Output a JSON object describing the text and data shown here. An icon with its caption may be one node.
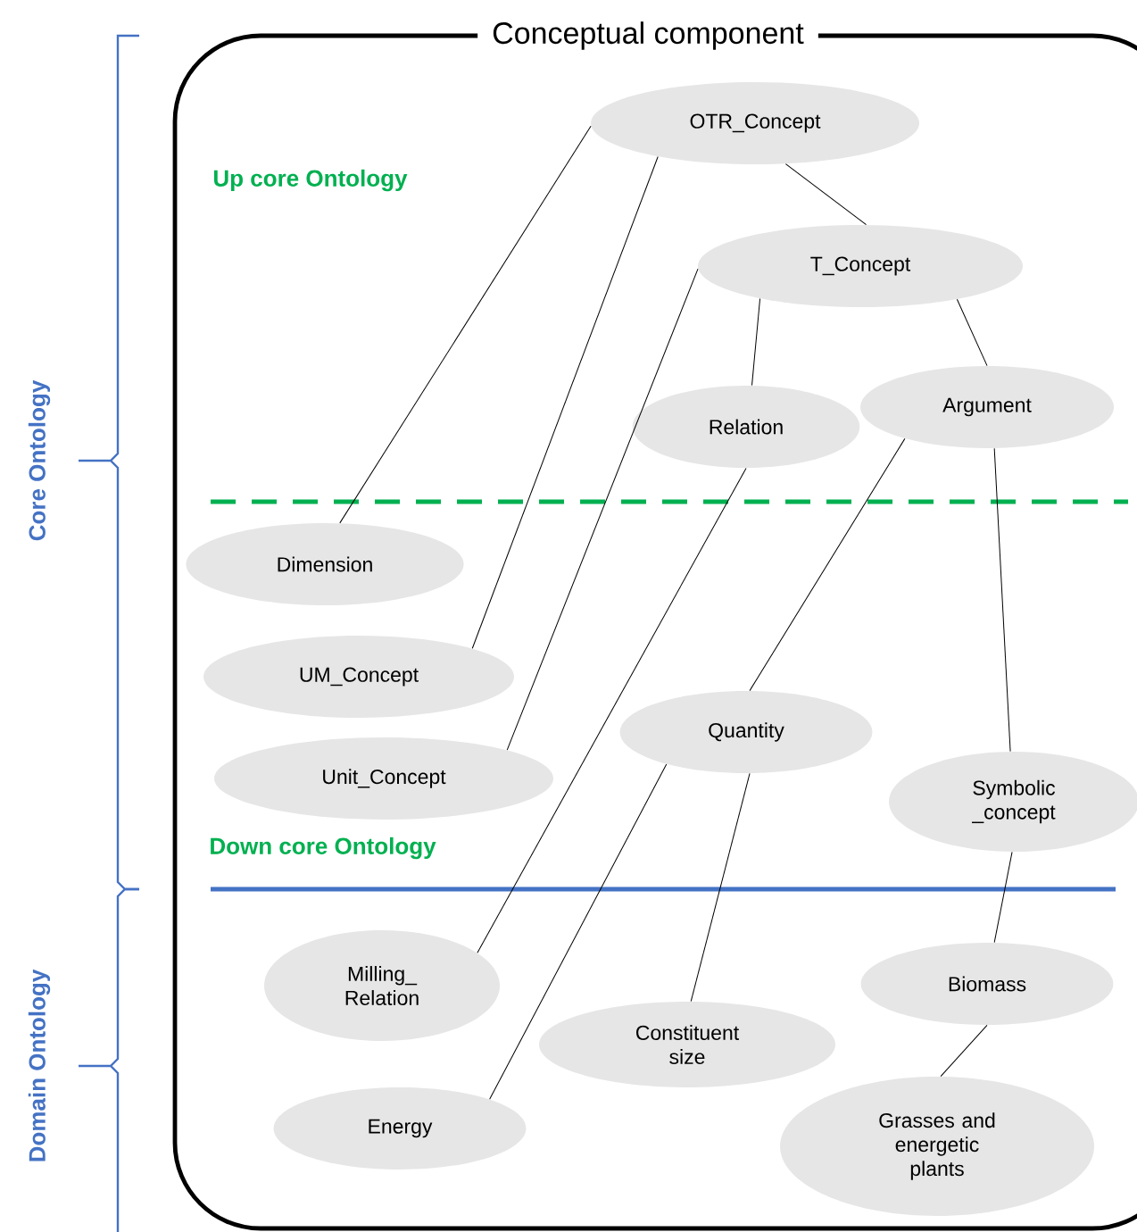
{
  "diagram": {
    "title": "Conceptual component",
    "nodes": [
      {
        "text": [
          "OTR_Concept"
        ]
      },
      {
        "text": [
          "T_Concept"
        ]
      },
      {
        "text": [
          "Relation"
        ]
      },
      {
        "text": [
          "Argument"
        ]
      },
      {
        "text": [
          "Dimension"
        ]
      },
      {
        "text": [
          "UM_Concept"
        ]
      },
      {
        "text": [
          "Unit_Concept"
        ]
      },
      {
        "text": [
          "Quantity"
        ]
      },
      {
        "text": [
          "Symbolic _concept"
        ]
      },
      {
        "text": [
          "Milling_ Relation"
        ]
      },
      {
        "text": [
          "Biomass"
        ]
      },
      {
        "text": [
          "Constituent size"
        ]
      },
      {
        "text": [
          "Energy"
        ]
      },
      {
        "text": [
          "Grasses and energetic plants"
        ]
      }
    ],
    "edges": [
      {
        "from": 0,
        "to": 4,
        "arrow": "none"
      },
      {
        "from": 0,
        "to": 5,
        "arrow": "none"
      },
      {
        "from": 0,
        "to": 1,
        "arrow": "none"
      },
      {
        "from": 1,
        "to": 6,
        "arrow": "none"
      },
      {
        "from": 1,
        "to": 2,
        "arrow": "none"
      },
      {
        "from": 2,
        "to": 9,
        "arrow": "none"
      },
      {
        "from": 1,
        "to": 3,
        "arrow": "none"
      },
      {
        "from": 3,
        "to": 7,
        "arrow": "none"
      },
      {
        "from": 7,
        "to": 12,
        "arrow": "none"
      },
      {
        "from": 7,
        "to": 11,
        "arrow": "none"
      },
      {
        "from": 3,
        "to": 8,
        "arrow": "none"
      },
      {
        "from": 8,
        "to": 10,
        "arrow": "none"
      },
      {
        "from": 10,
        "to": 13,
        "arrow": "none"
      }
    ],
    "labels": [
      "Up core Ontology",
      "Down core Ontology",
      "Core Ontology",
      "Domain Ontology"
    ]
  }
}
